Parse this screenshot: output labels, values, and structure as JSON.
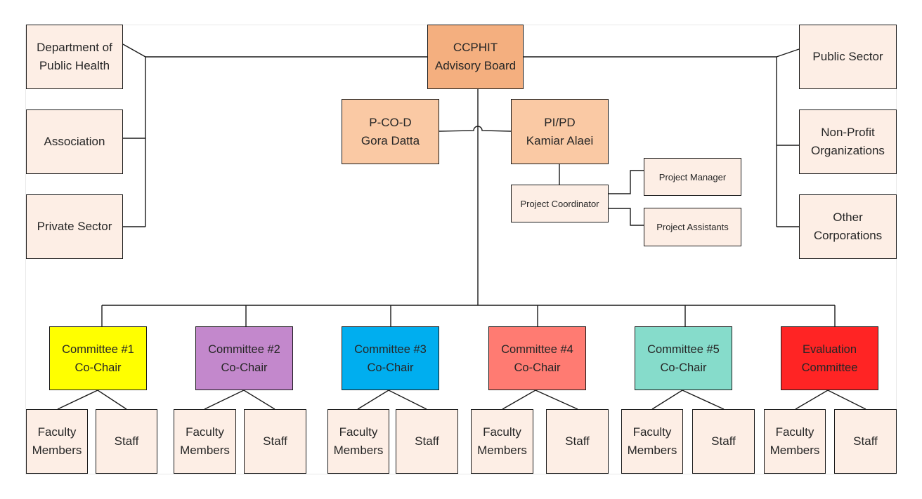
{
  "colors": {
    "box_light": "#fdeee5",
    "box_peach": "#fac9a4",
    "board": "#f4af7f",
    "committee_1": "#ffff00",
    "committee_2": "#c388cc",
    "committee_3": "#00aeef",
    "committee_4": "#ff7b72",
    "committee_5": "#86dccb",
    "evaluation": "#ff2424"
  },
  "board": "CCPHIT\nAdvisory Board",
  "left_partners": [
    "Department of\nPublic Health",
    "Association",
    "Private Sector"
  ],
  "right_partners": [
    "Public Sector",
    "Non-Profit\nOrganizations",
    "Other\nCorporations"
  ],
  "co_director": "P-CO-D\nGora Datta",
  "pi": "PI/PD\nKamiar Alaei",
  "project_coordinator": "Project Coordinator",
  "project_manager": "Project Manager",
  "project_assistants": "Project Assistants",
  "committees": [
    "Committee #1\nCo-Chair",
    "Committee #2\nCo-Chair",
    "Committee #3\nCo-Chair",
    "Committee #4\nCo-Chair",
    "Committee #5\nCo-Chair",
    "Evaluation\nCommittee"
  ],
  "faculty_label": "Faculty\nMembers",
  "staff_label": "Staff"
}
